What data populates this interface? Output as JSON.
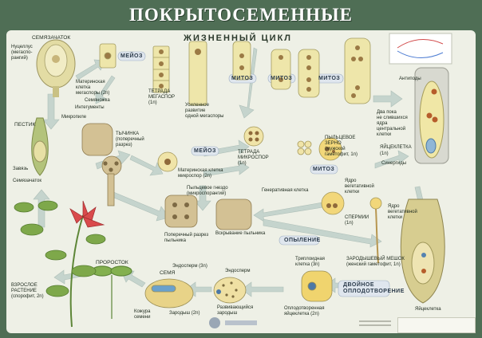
{
  "title": "ПОКРЫТОСЕМЕННЫЕ",
  "subtitle": "ЖИЗНЕННЫЙ ЦИКЛ",
  "processes": {
    "meiosis": "МЕЙОЗ",
    "mitosis": "МИТОЗ",
    "pollination": "ОПЫЛЕНИЕ",
    "double_fertilization": "ДВОЙНОЕ\nОПЛОДОТВОРЕНИЕ"
  },
  "labels": {
    "ovule": "СЕМЯЗАЧАТОК",
    "nucellus": "Нуцеллус\n(мегаспо-\nрангий)",
    "megaspore_mother": "Материнская\nклетка\nмегаспоры (2n)",
    "seed_entrance": "Семяножка",
    "integuments": "Интегументы",
    "micropyle": "Микропиле",
    "pistil": "ПЕСТИК",
    "ovary": "Завязь",
    "ovule2": "Семязачаток",
    "stamen": "ТЫЧИНКА\n(поперечный\nразрез)",
    "tetrad_mega": "ТЕТРАДА\nМЕГАСПОР\n(1n)",
    "megaspore_growth": "Усиленное\nразвитие\nодной мегаспоры",
    "antipodes": "Антиподы",
    "polar_nuclei": "Два пока\nне слившихся\nядра\nцентральной\nклетки",
    "egg": "ЯЙЦЕКЛЕТКА",
    "egg_ploidy": "(1n)",
    "synergids": "Синергиды",
    "microspore_mother": "Материнская клетка\nмикроспор (2n)",
    "tetrad_micro": "ТЕТРАДА\nМИКРОСПОР\n(1n)",
    "pollen_grain": "ПЫЛЬЦЕВОЕ\nЗЕРНО\n(мужской\nгаметофит, 1n)",
    "pollen_sac": "Пыльцевое гнездо\n(микроспорангий)",
    "generative_cell": "Генеративная клетка",
    "vegetative_nucleus": "Ядро\nвегетативной\nклетки",
    "vegetative_nucleus2": "Ядро\nвегетативной\nклетки",
    "sperm": "СПЕРМИИ\n(1n)",
    "anther_section": "Поперечный разрез\nпыльника",
    "anther_opening": "Вскрывание пыльника",
    "embryo_sac": "ЗАРОДЫШЕВЫЙ МЕШОК\n(женский гаметофит, 1n)",
    "egg2": "Яйцеклетка",
    "sprout": "ПРОРОСТОК",
    "adult_plant": "ВЗРОСЛОЕ\nРАСТЕНИЕ\n(спорофит, 2n)",
    "seed": "СЕМЯ",
    "endosperm3n": "Эндосперм (3n)",
    "seed_coat": "Кожура\nсемени",
    "embryo2n": "Зародыш (2n)",
    "endosperm": "Эндосперм",
    "developing_embryo": "Развивающийся\nзародыш",
    "triploid_cell": "Триплоидная\nклетка (3n)",
    "fertilized_egg": "Оплодотворенная\nяйцеклетка (2n)"
  },
  "colors": {
    "frame": "#4f6e55",
    "panel": "#eef0e6",
    "arrow": "#b9c9c2",
    "cell_fill": "#efe9b8",
    "nucleus": "#8a6b3a",
    "plant": "#6f9b45",
    "flower": "#d9484a"
  }
}
